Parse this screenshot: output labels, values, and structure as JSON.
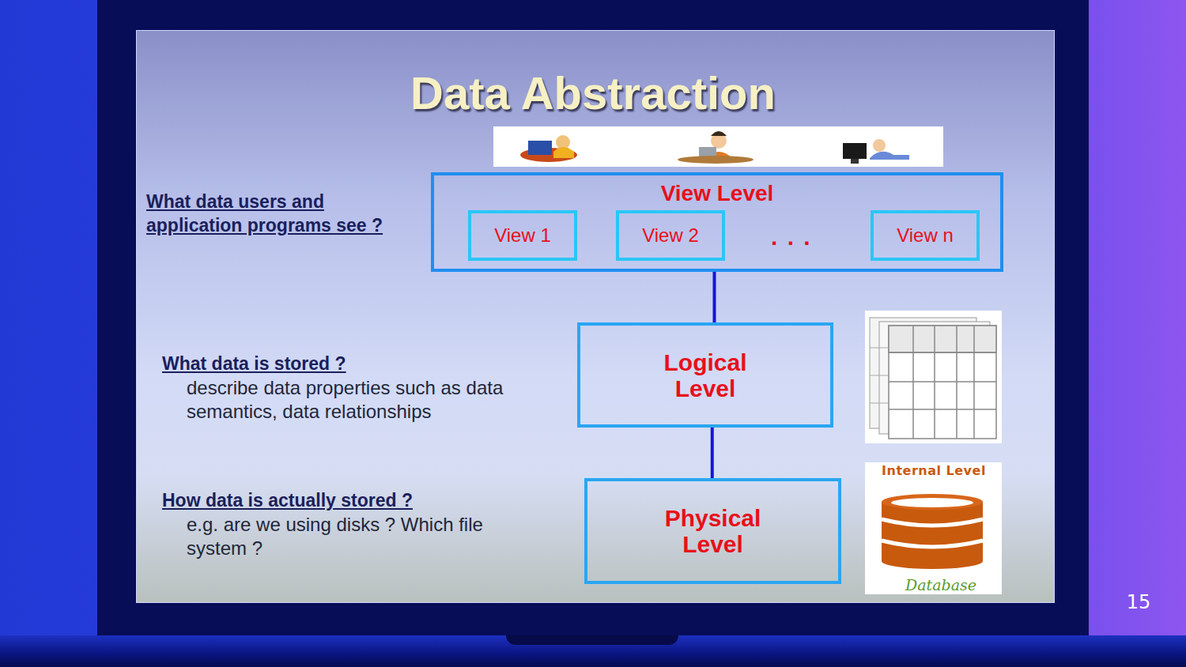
{
  "diagram": {
    "title": "Data Abstraction",
    "nodes": [
      {
        "text": [
          "View Level"
        ]
      },
      {
        "text": [
          "View 1"
        ],
        "in": 0
      },
      {
        "text": [
          "View 2"
        ],
        "in": 0
      },
      {
        "text": [
          "View n"
        ],
        "in": 0
      },
      {
        "text": [
          "Logical Level"
        ]
      },
      {
        "text": [
          "Physical Level"
        ]
      }
    ],
    "edges": [
      {
        "from": 0,
        "to": 4,
        "arrow": "none"
      },
      {
        "from": 4,
        "to": 5,
        "arrow": "none"
      }
    ],
    "labels": [
      "What data users and application programs see ?",
      ". . .",
      "What data is stored ?",
      "describe data properties such as data semantics, data relationships",
      "How data is actually stored ?",
      "e.g. are we using disks ? Which file system ?",
      "Internal Level",
      "Database",
      "15"
    ]
  }
}
